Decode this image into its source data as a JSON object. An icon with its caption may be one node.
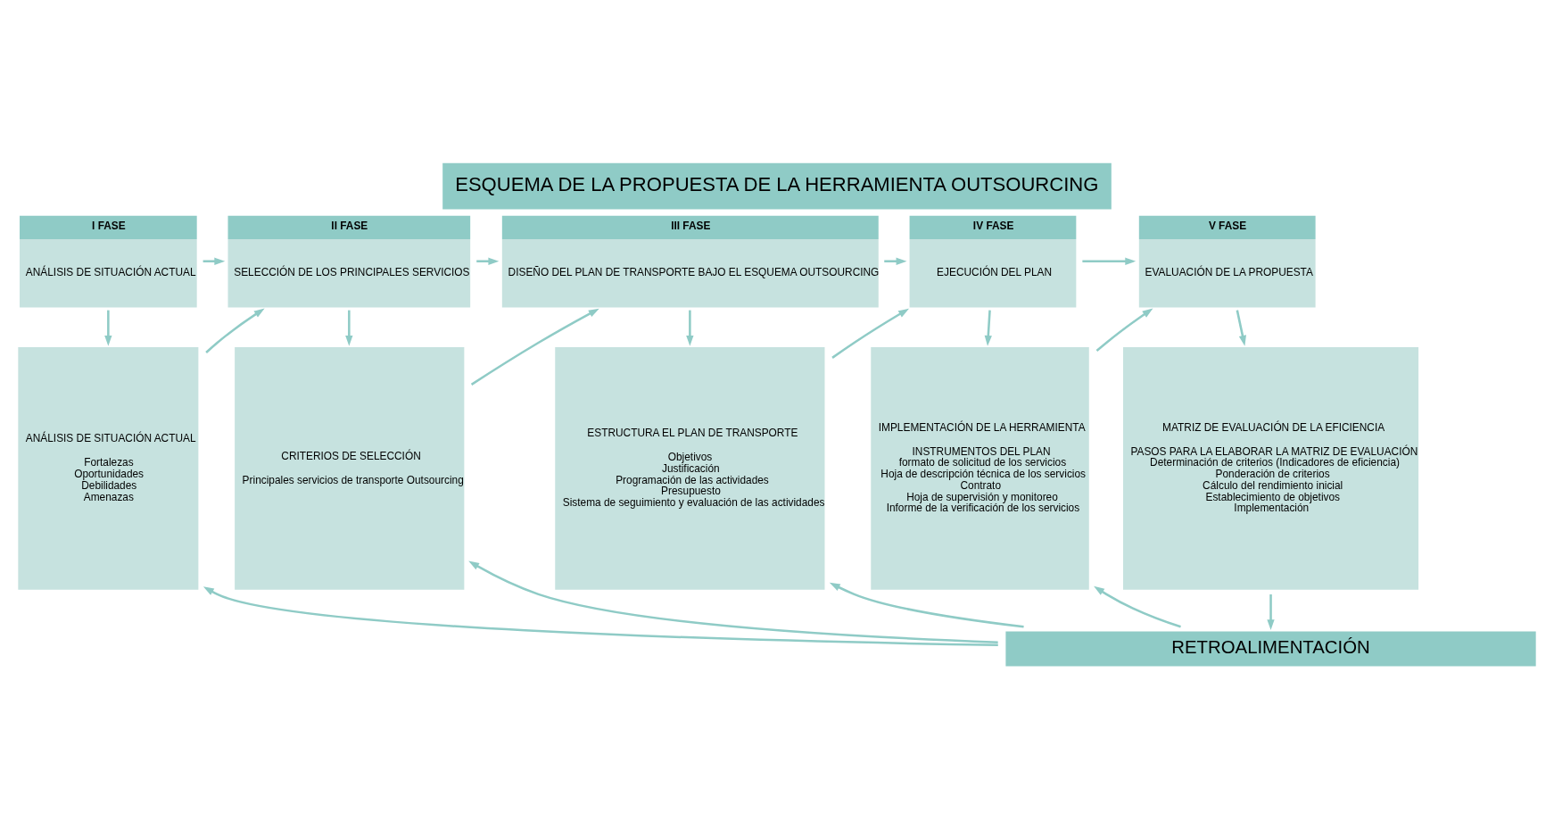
{
  "diagram": {
    "title": "ESQUEMA DE LA PROPUESTA DE LA HERRAMIENTA OUTSOURCING",
    "nodes": [
      {
        "text": [
          "I FASE",
          "ANÁLISIS DE SITUACIÓN ACTUAL"
        ]
      },
      {
        "text": [
          "ANÁLISIS DE SITUACIÓN ACTUAL",
          "Fortalezas",
          "Oportunidades",
          "Debilidades",
          "Amenazas"
        ]
      },
      {
        "text": [
          "II FASE",
          "SELECCIÓN DE LOS PRINCIPALES SERVICIOS"
        ]
      },
      {
        "text": [
          "CRITERIOS DE SELECCIÓN",
          "Principales servicios de transporte Outsourcing"
        ]
      },
      {
        "text": [
          "III FASE",
          "DISEÑO DEL PLAN DE TRANSPORTE BAJO EL ESQUEMA OUTSOURCING"
        ]
      },
      {
        "text": [
          "ESTRUCTURA EL PLAN DE TRANSPORTE",
          "Objetivos",
          "Justificación",
          "Programación de las actividades",
          "Presupuesto",
          "Sistema de seguimiento y evaluación de las actividades"
        ]
      },
      {
        "text": [
          "IV FASE",
          "EJECUCIÓN DEL PLAN"
        ]
      },
      {
        "text": [
          "IMPLEMENTACIÓN DE LA HERRAMIENTA",
          "INSTRUMENTOS DEL PLAN",
          "formato de solicitud de los servicios",
          "Hoja de descripción técnica de los servicios",
          "Contrato",
          "Hoja de supervisión y monitoreo",
          "Informe de la verificación de los servicios"
        ]
      },
      {
        "text": [
          "V FASE",
          "EVALUACIÓN DE LA PROPUESTA"
        ]
      },
      {
        "text": [
          "MATRIZ DE EVALUACIÓN DE LA EFICIENCIA",
          "PASOS PARA LA ELABORAR LA MATRIZ DE EVALUACIÓN",
          "Determinación de criterios (Indicadores de eficiencia)",
          "Ponderación de criterios",
          "Cálculo del rendimiento inicial",
          "Establecimiento de objetivos",
          "Implementación"
        ]
      },
      {
        "text": [
          "RETROALIMENTACIÓN"
        ]
      }
    ],
    "edges": [
      {
        "from": 0,
        "to": 2,
        "arrow": "to"
      },
      {
        "from": 2,
        "to": 4,
        "arrow": "to"
      },
      {
        "from": 4,
        "to": 6,
        "arrow": "to"
      },
      {
        "from": 6,
        "to": 8,
        "arrow": "to"
      },
      {
        "from": 0,
        "to": 1,
        "arrow": "to"
      },
      {
        "from": 2,
        "to": 3,
        "arrow": "to"
      },
      {
        "from": 4,
        "to": 5,
        "arrow": "to"
      },
      {
        "from": 6,
        "to": 7,
        "arrow": "to"
      },
      {
        "from": 8,
        "to": 9,
        "arrow": "to"
      },
      {
        "from": 1,
        "to": 2,
        "arrow": "to"
      },
      {
        "from": 3,
        "to": 4,
        "arrow": "to"
      },
      {
        "from": 5,
        "to": 6,
        "arrow": "to"
      },
      {
        "from": 7,
        "to": 8,
        "arrow": "to"
      },
      {
        "from": 10,
        "to": 1,
        "arrow": "to"
      },
      {
        "from": 10,
        "to": 3,
        "arrow": "to"
      },
      {
        "from": 10,
        "to": 5,
        "arrow": "to"
      },
      {
        "from": 10,
        "to": 7,
        "arrow": "to"
      },
      {
        "from": 9,
        "to": 10,
        "arrow": "to"
      }
    ]
  }
}
